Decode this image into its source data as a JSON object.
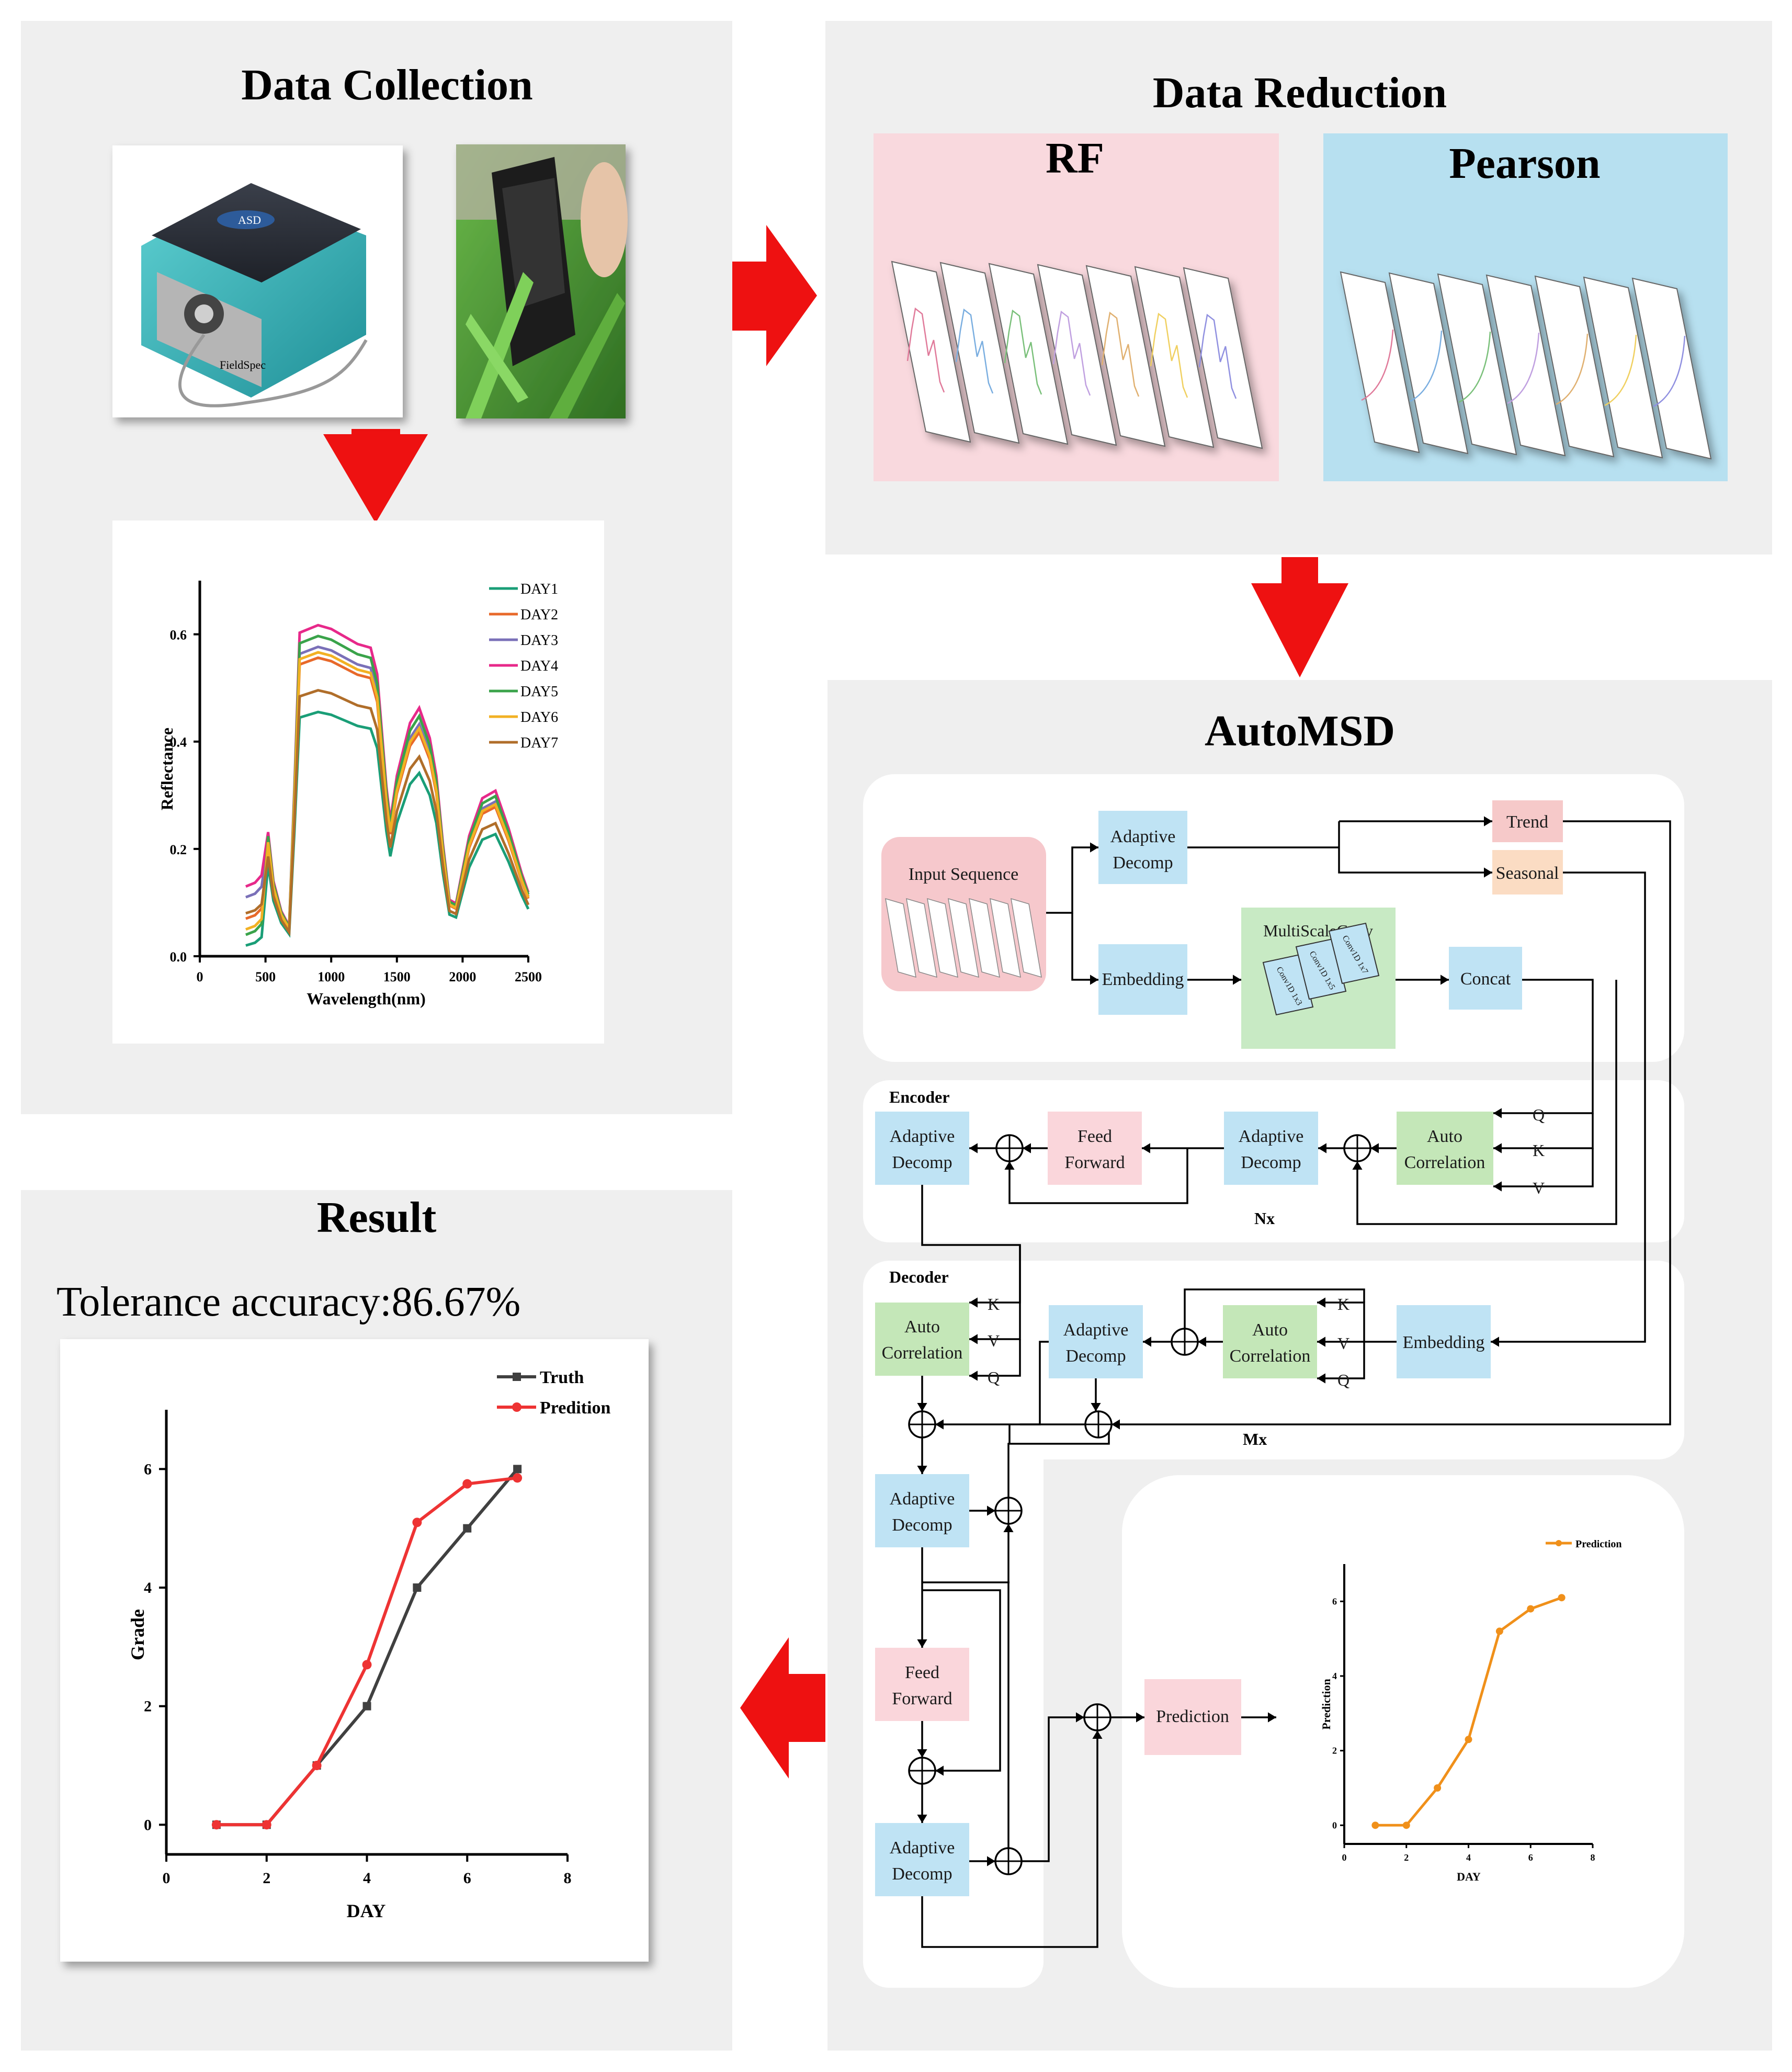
{
  "panels": {
    "data_collection": "Data Collection",
    "data_reduction": "Data Reduction",
    "automsd": "AutoMSD",
    "result": "Result"
  },
  "device": {
    "brand": "ASD",
    "model": "FieldSpec"
  },
  "reduction": {
    "rf_label": "RF",
    "pearson_label": "Pearson"
  },
  "spectrum_chart": {
    "type": "line",
    "xlabel": "Wavelength(nm)",
    "ylabel": "Reflectance",
    "xlim": [
      0,
      2500
    ],
    "ylim": [
      0,
      0.7
    ],
    "x_ticks": [
      "0",
      "500",
      "1000",
      "1500",
      "2000",
      "2500"
    ],
    "y_ticks": [
      "0.0",
      "0.2",
      "0.4",
      "0.6"
    ],
    "legend": "top-right",
    "series": [
      {
        "name": "DAY1",
        "color": "#1a9e77"
      },
      {
        "name": "DAY2",
        "color": "#e8692a"
      },
      {
        "name": "DAY3",
        "color": "#7a70b8"
      },
      {
        "name": "DAY4",
        "color": "#e7298a"
      },
      {
        "name": "DAY5",
        "color": "#3aa34a"
      },
      {
        "name": "DAY6",
        "color": "#f2b124"
      },
      {
        "name": "DAY7",
        "color": "#b06e2a"
      }
    ]
  },
  "autoformer": {
    "input_sequence": "Input  Sequence",
    "adaptive_decomp": "Adaptive Decomp",
    "embedding": "Embedding",
    "multiscaleconv": "MultiScaleConv",
    "conv_labels": [
      "Conv1D 1x3",
      "Conv1D 1x5",
      "Conv1D 1x7"
    ],
    "concat": "Concat",
    "trend": "Trend",
    "seasonal": "Seasonal",
    "encoder": "Encoder",
    "decoder": "Decoder",
    "feed_forward": "Feed Forward",
    "auto_correlation": "Auto Correlation",
    "q": "Q",
    "k": "K",
    "v": "V",
    "nx": "Nx",
    "mx": "Mx",
    "prediction": "Prediction"
  },
  "colors": {
    "panel_bg": "#efefef",
    "arrow_red": "#ee1111",
    "rf_pink": "#f9d9de",
    "pearson_blue": "#b7e0f0",
    "block_blue": "#bfe3f4",
    "block_green": "#c4e7b8",
    "block_pink": "#fad6db",
    "block_trend": "#f6c9c9",
    "block_seasonal": "#fbdcc3",
    "multiscale_green": "#c8eac4",
    "input_pink": "#f6c8cc",
    "prediction_orange": "#f0901a",
    "truth_gray": "#404040",
    "prediction_red": "#ee3333"
  },
  "mini_prediction_chart": {
    "type": "line",
    "xlabel": "DAY",
    "ylabel": "Prediction",
    "legend": "top-right",
    "legend_label": "Prediction",
    "xlim": [
      0,
      8
    ],
    "ylim": [
      -0.5,
      7
    ],
    "x_ticks": [
      "0",
      "2",
      "4",
      "6",
      "8"
    ],
    "y_ticks": [
      "0",
      "2",
      "4",
      "6"
    ],
    "x": [
      1,
      2,
      3,
      4,
      5,
      6,
      7
    ],
    "values": [
      0.0,
      0.0,
      1.0,
      2.3,
      5.2,
      5.8,
      6.1
    ]
  },
  "result": {
    "accuracy_text": "Tolerance accuracy:86.67%",
    "chart": {
      "type": "line",
      "xlabel": "DAY",
      "ylabel": "Grade",
      "xlim": [
        0,
        8
      ],
      "ylim": [
        -0.5,
        7
      ],
      "x_ticks": [
        "0",
        "2",
        "4",
        "6",
        "8"
      ],
      "y_ticks": [
        "0",
        "2",
        "4",
        "6"
      ],
      "legend": "top-right",
      "x": [
        1,
        2,
        3,
        4,
        5,
        6,
        7
      ],
      "series": [
        {
          "name": "Truth",
          "values": [
            0,
            0,
            1,
            2,
            4,
            5,
            6
          ]
        },
        {
          "name": "Predition",
          "values": [
            0,
            0,
            1,
            2.7,
            5.1,
            5.75,
            5.85
          ]
        }
      ]
    }
  }
}
